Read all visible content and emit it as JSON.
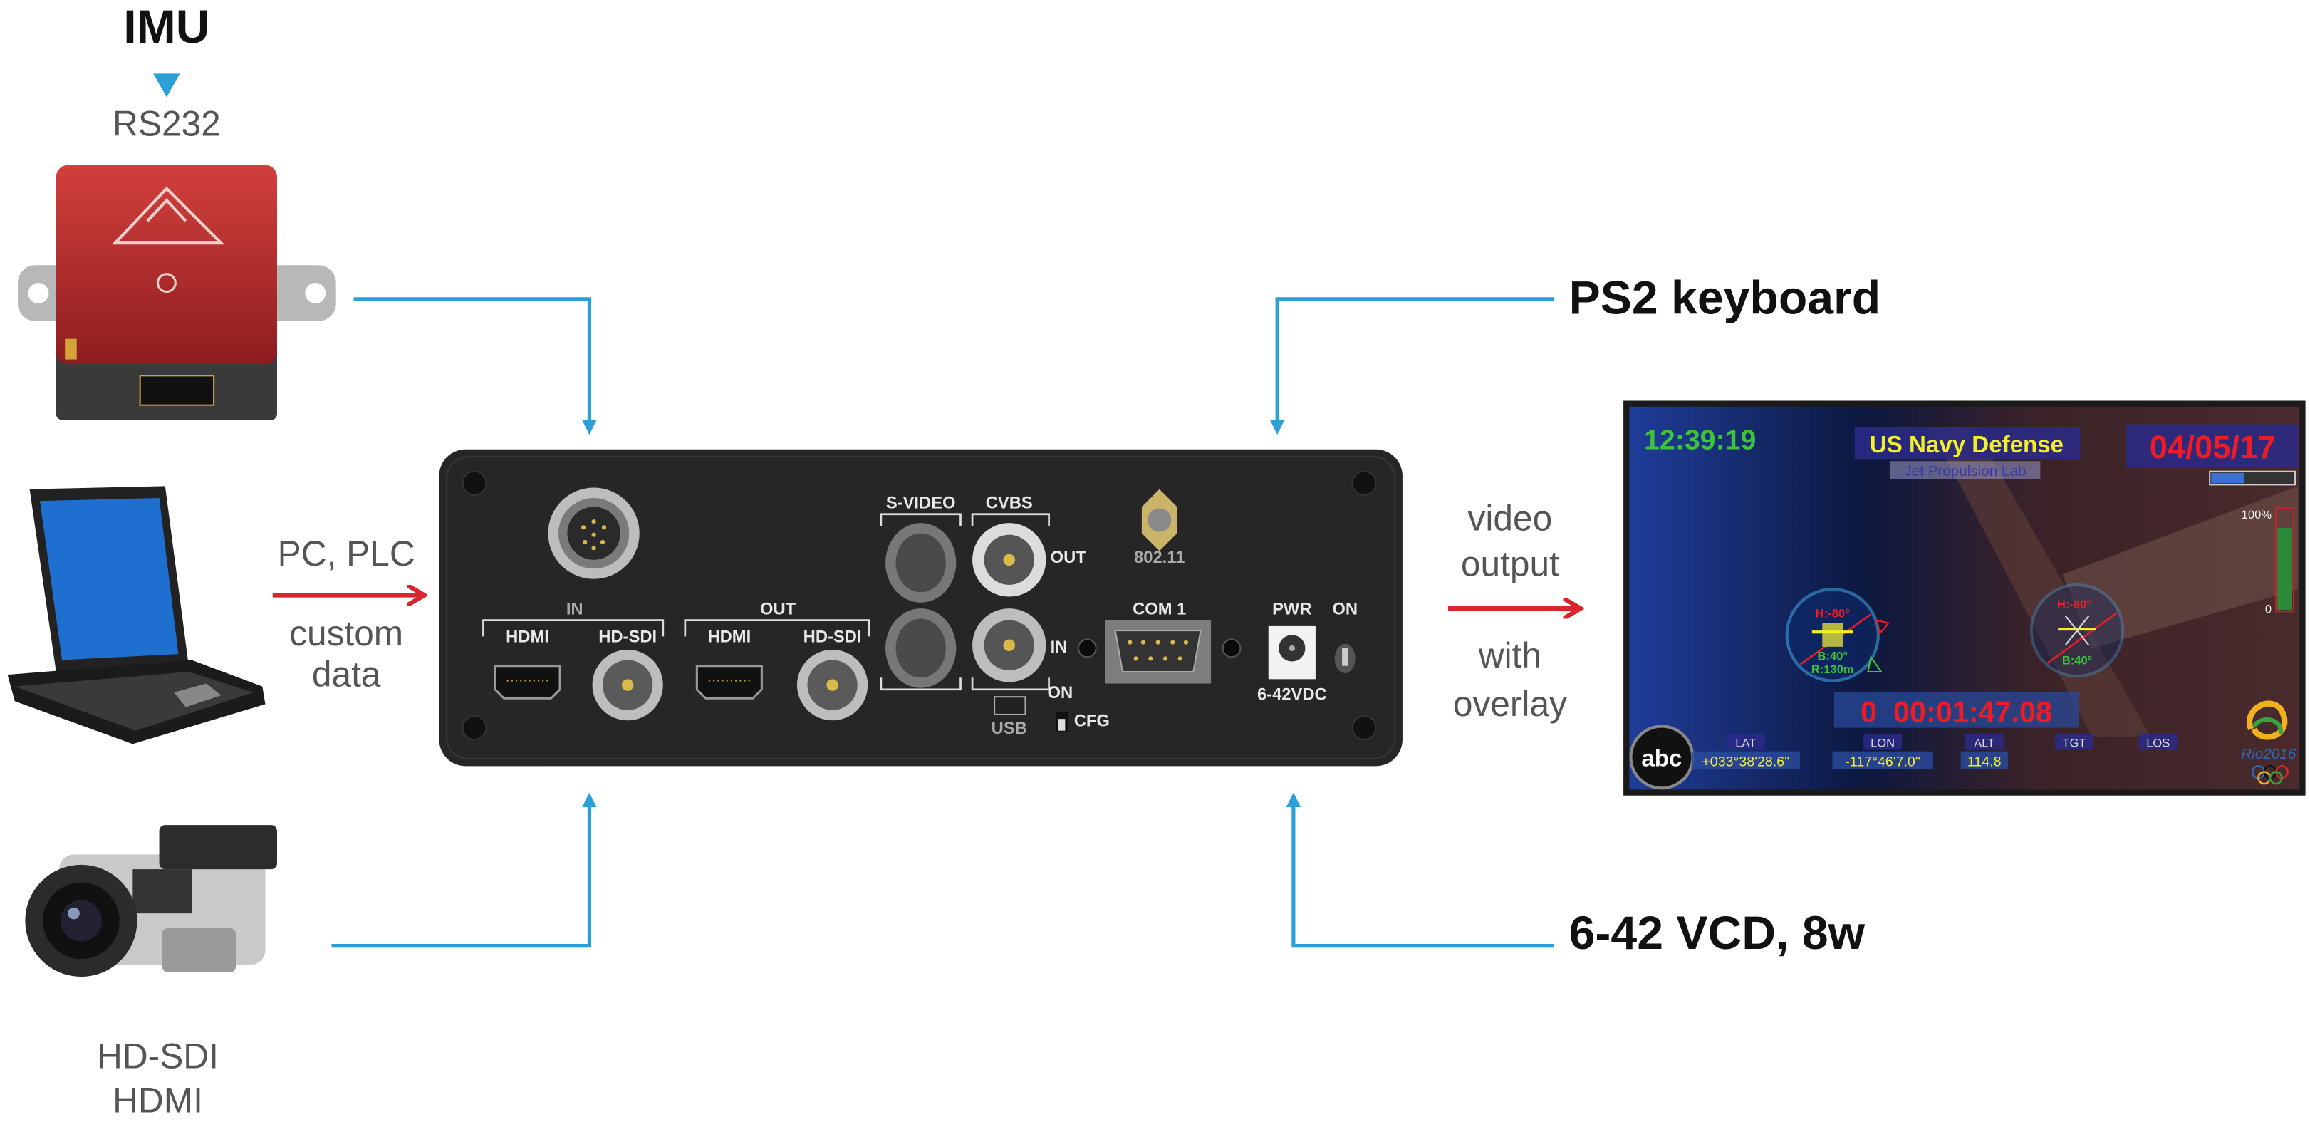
{
  "inputs": {
    "imu": {
      "title": "IMU",
      "interface": "RS232"
    },
    "pc": {
      "line1": "PC, PLC",
      "line2": "custom",
      "line3": "data"
    },
    "camera": {
      "line1": "HD-SDI",
      "line2": "HDMI"
    }
  },
  "right": {
    "keyboard": "PS2 keyboard",
    "power": "6-42 VCD, 8w",
    "output": {
      "line1": "video",
      "line2": "output",
      "line3": "with",
      "line4": "overlay"
    }
  },
  "device": {
    "in_label": "IN",
    "out_label": "OUT",
    "hdmi": "HDMI",
    "hdsdi": "HD-SDI",
    "svideo": "S-VIDEO",
    "cvbs": "CVBS",
    "cvbs_out": "OUT",
    "cvbs_in": "IN",
    "wifi": "802.11",
    "com": "COM 1",
    "pwr": "PWR",
    "on": "ON",
    "voltage": "6-42VDC",
    "usb": "USB",
    "cfg_on": "ON",
    "cfg": "CFG"
  },
  "overlay": {
    "clock": "12:39:19",
    "title": "US Navy Defense",
    "subtitle": "Jet Propulsion Lab",
    "date": "04/05/17",
    "progress_fraction": 0.4,
    "gauge": {
      "max_label": "100%",
      "min_label": "0",
      "level_fraction": 0.82
    },
    "target1": {
      "heading": "H:-80°",
      "bearing": "B:40°",
      "range": "R:130m"
    },
    "target2": {
      "heading": "H:-80°",
      "bearing": "B:40°"
    },
    "timer": "0  00:01:47.08",
    "fields": [
      {
        "label": "LAT",
        "value": "+033°38'28.6\""
      },
      {
        "label": "LON",
        "value": "-117°46'7.0\""
      },
      {
        "label": "ALT",
        "value": "114.8"
      },
      {
        "label": "TGT",
        "value": ""
      },
      {
        "label": "LOS",
        "value": ""
      }
    ],
    "logo_left": "abc",
    "logo_right": "Rio2016"
  },
  "colors": {
    "signal_line": "#2a9fd8",
    "arrow_red": "#d8262f",
    "device_body": "#262626",
    "imu_red": "#b3272a",
    "hud_green": "#3cc43c",
    "hud_yellow": "#f4f026",
    "hud_red": "#ee1c24"
  }
}
